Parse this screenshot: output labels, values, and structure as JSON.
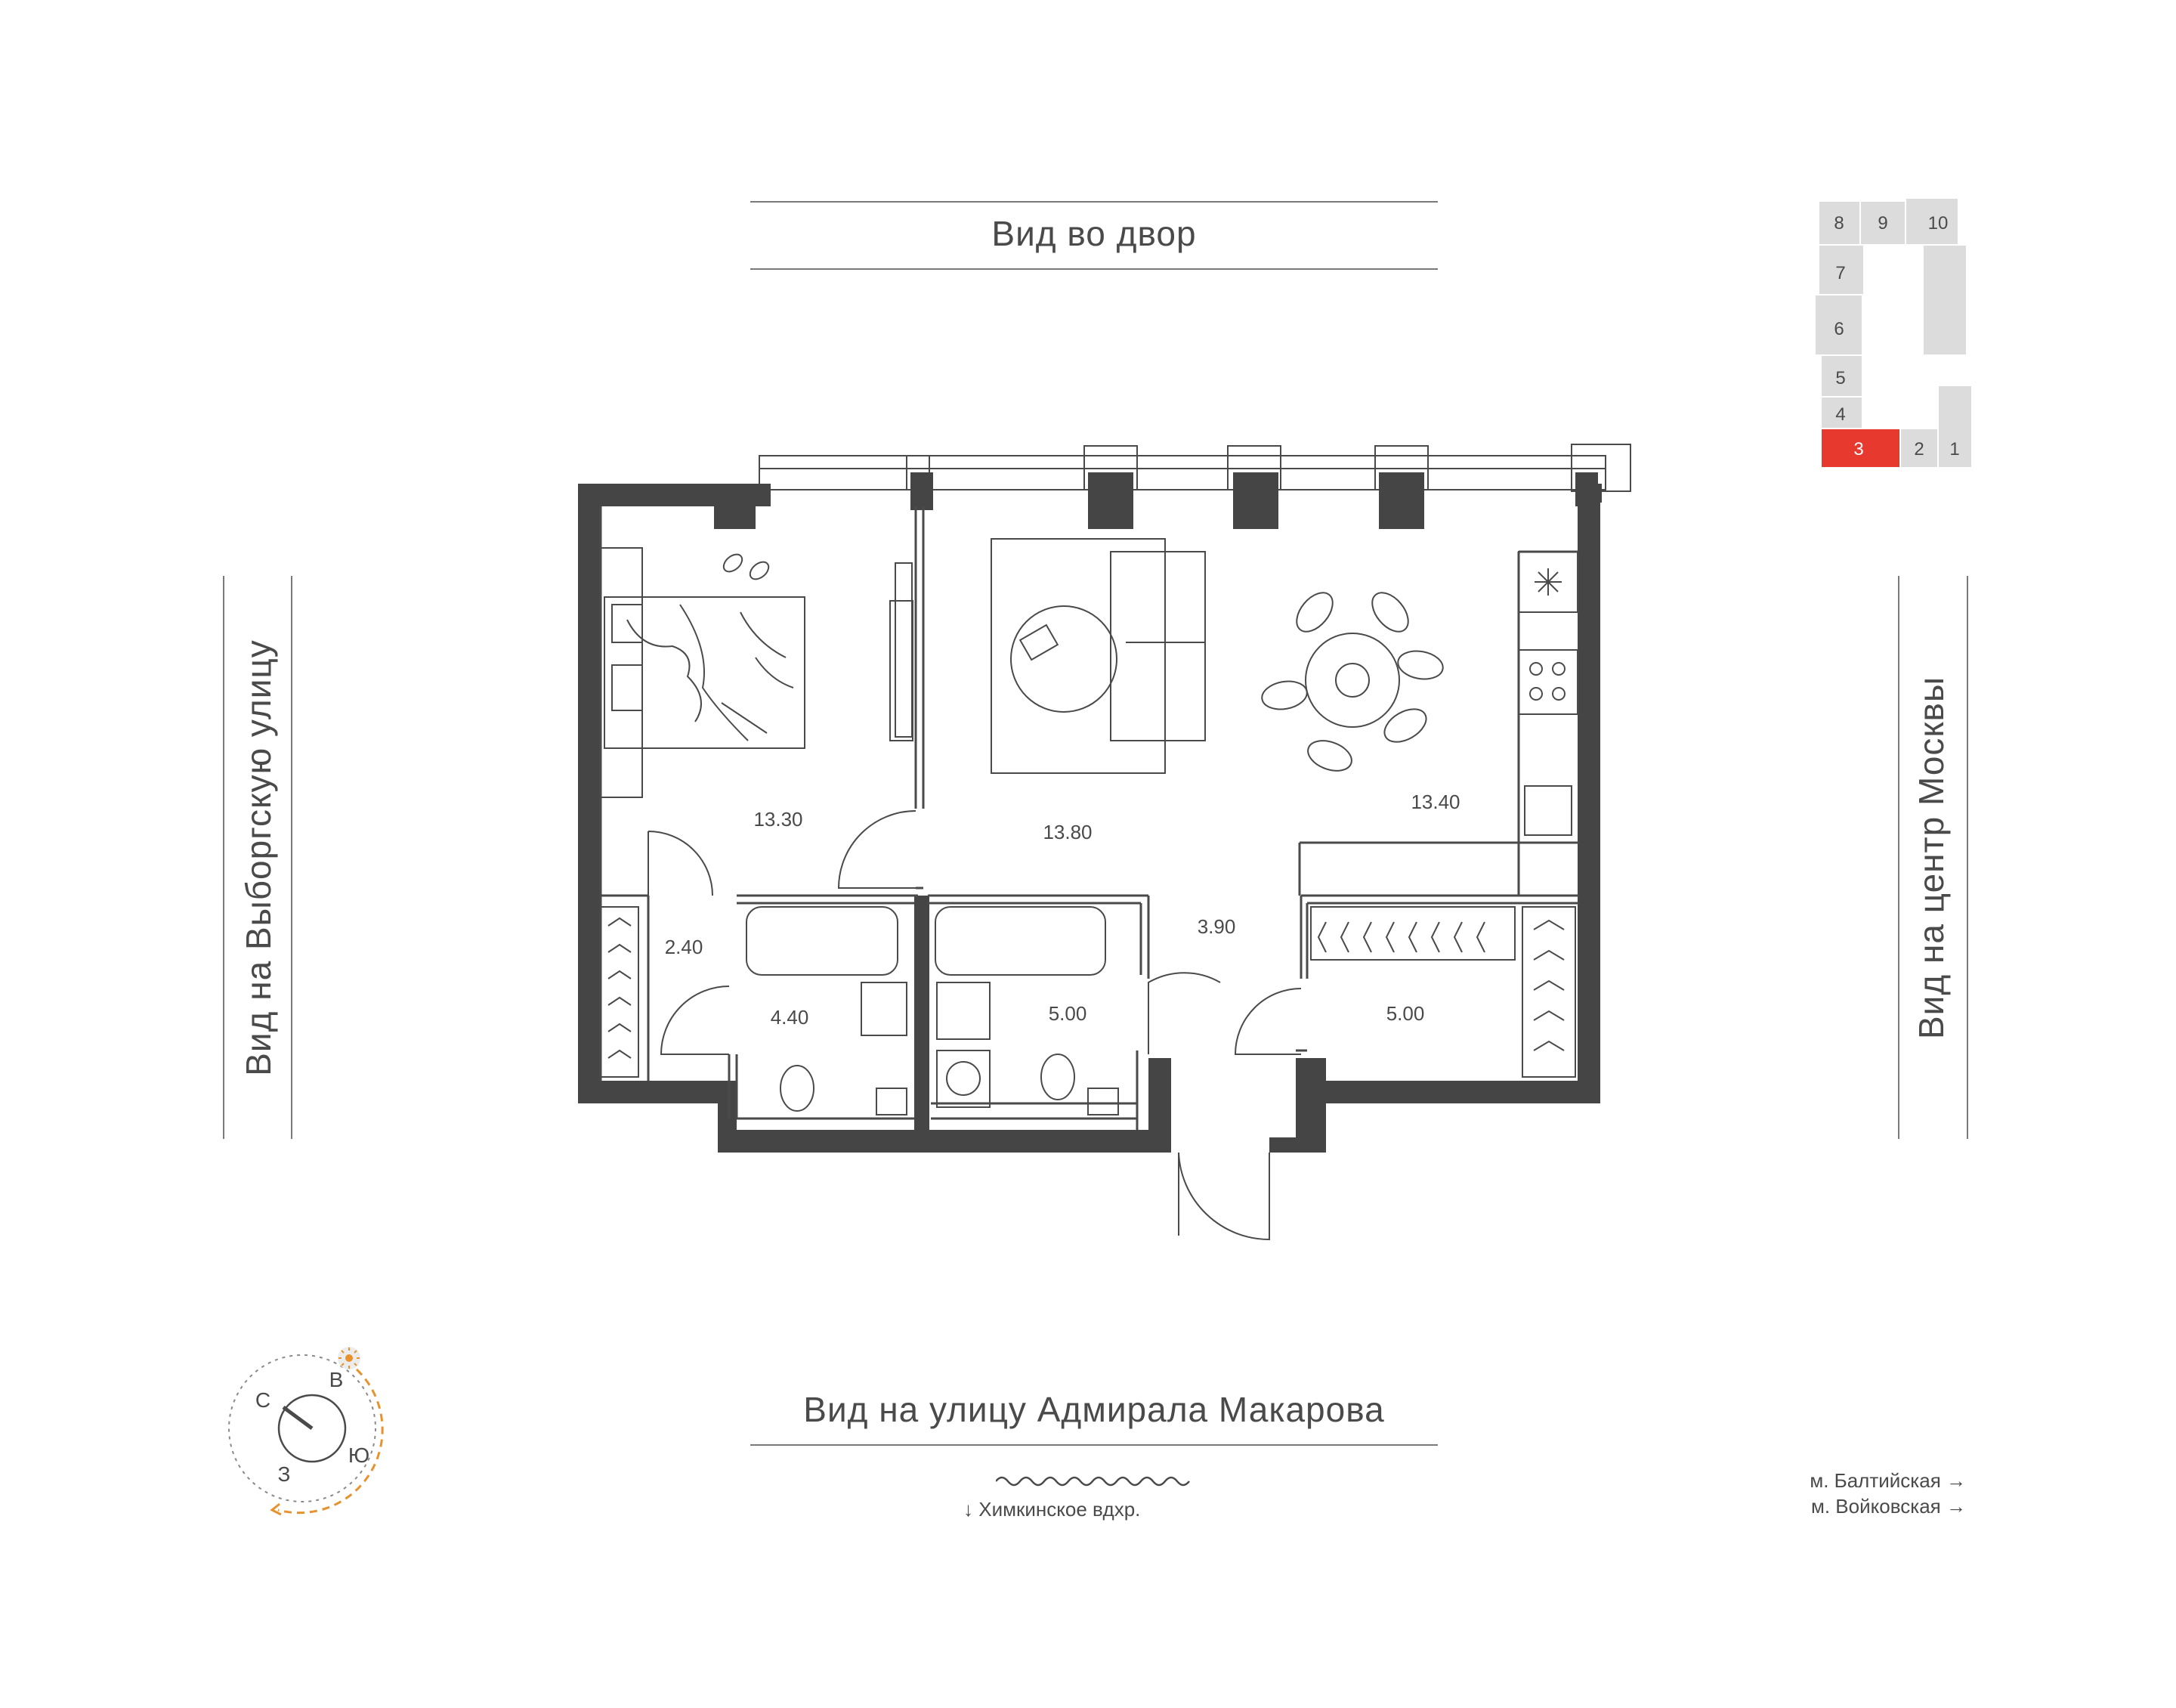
{
  "views": {
    "top": "Вид во двор",
    "bottom": "Вид на улицу Адмирала Макарова",
    "left": "Вид на Выборгскую улицу",
    "right": "Вид на центр Москвы"
  },
  "rooms": [
    {
      "id": "bedroom",
      "area": "13.30"
    },
    {
      "id": "living",
      "area": "13.80"
    },
    {
      "id": "kitchen",
      "area": "13.40"
    },
    {
      "id": "wardrobe-left",
      "area": "2.40"
    },
    {
      "id": "bathroom-left",
      "area": "4.40"
    },
    {
      "id": "bathroom-right",
      "area": "5.00"
    },
    {
      "id": "hall",
      "area": "3.90"
    },
    {
      "id": "wardrobe-right",
      "area": "5.00"
    }
  ],
  "compass": {
    "north": "С",
    "east": "В",
    "south": "Ю",
    "west": "З",
    "accent_color": "#e8922e"
  },
  "key_plan": {
    "sections": [
      "8",
      "9",
      "10",
      "7",
      "6",
      "5",
      "4",
      "3",
      "2",
      "1"
    ],
    "highlighted": "3",
    "highlight_color": "#e8392f"
  },
  "metro": [
    "м. Балтийская →",
    "м. Войковская →"
  ],
  "water": {
    "label": "↓  Химкинское вдхр."
  }
}
